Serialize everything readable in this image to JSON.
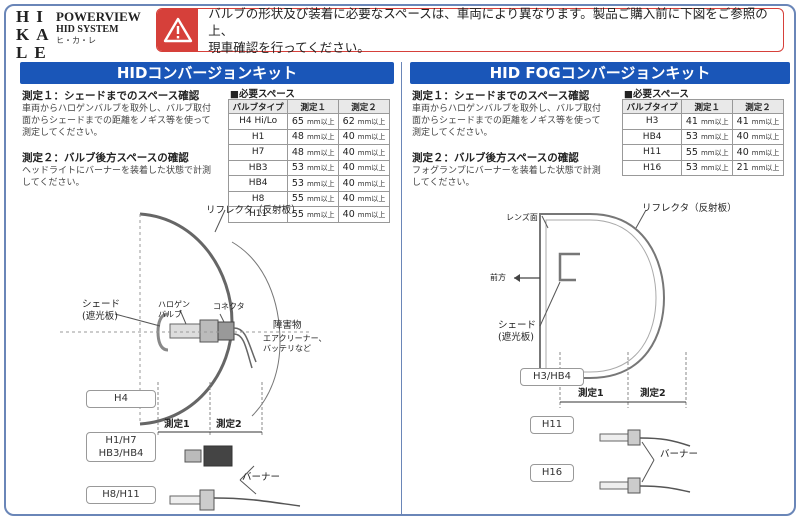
{
  "brand": {
    "logo_lines": [
      "HI",
      "KA",
      "LE"
    ],
    "name": "POWERVIEW",
    "sub": "HID SYSTEM",
    "kana": "ヒ・カ・レ"
  },
  "warning": {
    "line1": "バルブの形状及び装着に必要なスペースは、車両により異なります。製品ご購入前に下図をご参照の上、",
    "line2": "現車確認を行ってください。"
  },
  "left": {
    "title": "HIDコンバージョンキット",
    "step1_title": "測定１：シェードまでのスペース確認",
    "step1_desc_1": "車両からハロゲンバルブを取外し、バルブ取付",
    "step1_desc_2": "面からシェードまでの距離をノギス等を使って",
    "step1_desc_3": "測定してください。",
    "step2_title": "測定２：バルブ後方スペースの確認",
    "step2_desc_1": "ヘッドライトにバーナーを装着した状態で計測",
    "step2_desc_2": "してください。",
    "req_label": "■必要スペース",
    "table_headers": [
      "バルブタイプ",
      "測定１",
      "測定２"
    ],
    "unit": "mm以上",
    "rows": [
      {
        "bulb": "H4 Hi/Lo",
        "m1": "65",
        "m2": "62"
      },
      {
        "bulb": "H1",
        "m1": "48",
        "m2": "40"
      },
      {
        "bulb": "H7",
        "m1": "48",
        "m2": "40"
      },
      {
        "bulb": "HB3",
        "m1": "53",
        "m2": "40"
      },
      {
        "bulb": "HB4",
        "m1": "53",
        "m2": "40"
      },
      {
        "bulb": "H8",
        "m1": "55",
        "m2": "40"
      },
      {
        "bulb": "H11",
        "m1": "55",
        "m2": "40"
      }
    ],
    "reflector": "リフレクタ（反射板）",
    "shade_1": "シェード",
    "shade_2": "(遮光板)",
    "halogen_1": "ハロゲン",
    "halogen_2": "バルブ",
    "connector": "コネクタ",
    "obstacle": "障害物",
    "obstacle_desc_1": "エアクリーナー、",
    "obstacle_desc_2": "バッテリなど",
    "measure1": "測定1",
    "measure2": "測定2",
    "burner": "バーナー",
    "bulb_h4": "H4",
    "bulb_h1h7_1": "H1/H7",
    "bulb_h1h7_2": "HB3/HB4",
    "bulb_h8h11": "H8/H11"
  },
  "right": {
    "title": "HID FOGコンバージョンキット",
    "step1_title": "測定１：シェードまでのスペース確認",
    "step1_desc_1": "車両からハロゲンバルブを取外し、バルブ取付",
    "step1_desc_2": "面からシェードまでの距離をノギス等を使って",
    "step1_desc_3": "測定してください。",
    "step2_title": "測定２：バルブ後方スペースの確認",
    "step2_desc_1": "フォグランプにバーナーを装着した状態で計測",
    "step2_desc_2": "してください。",
    "req_label": "■必要スペース",
    "table_headers": [
      "バルブタイプ",
      "測定１",
      "測定２"
    ],
    "unit": "mm以上",
    "rows": [
      {
        "bulb": "H3",
        "m1": "41",
        "m2": "41"
      },
      {
        "bulb": "HB4",
        "m1": "53",
        "m2": "40"
      },
      {
        "bulb": "H11",
        "m1": "55",
        "m2": "40"
      },
      {
        "bulb": "H16",
        "m1": "53",
        "m2": "21"
      }
    ],
    "lens": "レンズ面",
    "reflector": "リフレクタ（反射板）",
    "front": "前方",
    "shade_1": "シェード",
    "shade_2": "(遮光板)",
    "measure1": "測定1",
    "measure2": "測定2",
    "burner": "バーナー",
    "bulb_h3hb4": "H3/HB4",
    "bulb_h11": "H11",
    "bulb_h16": "H16"
  },
  "colors": {
    "title_bar": "#1a56b8",
    "warning": "#d6403a",
    "frame": "#6a86b8"
  }
}
